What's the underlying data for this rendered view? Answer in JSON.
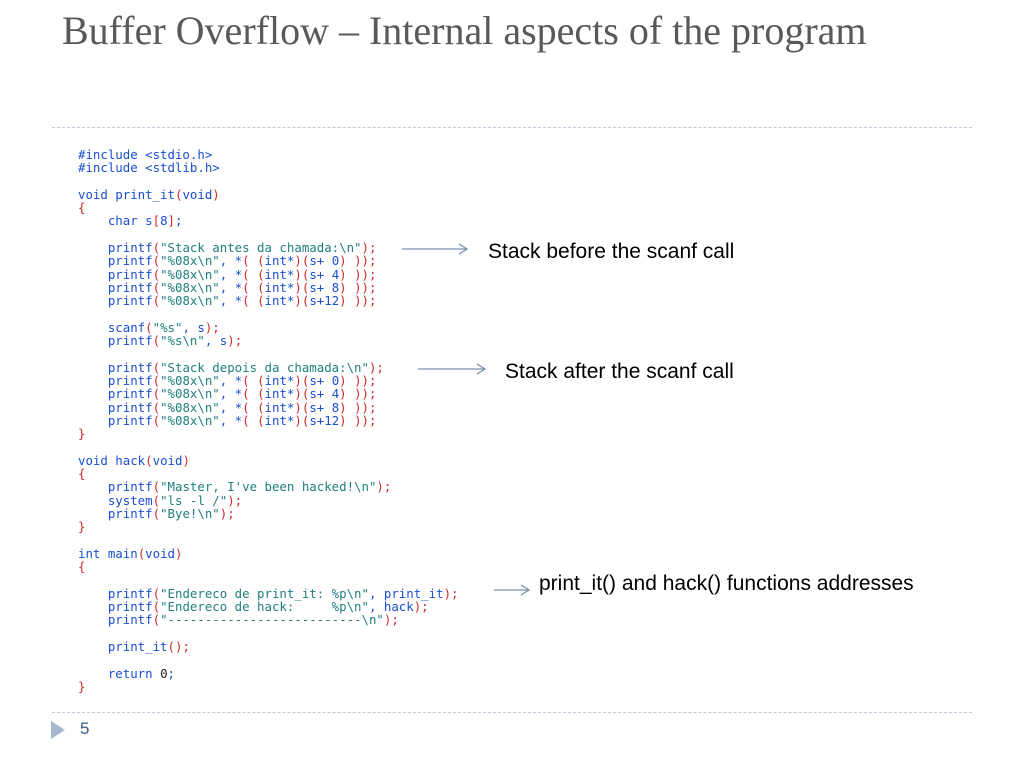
{
  "slide": {
    "title": "Buffer Overflow – Internal aspects of the program",
    "page_number": "5"
  },
  "code": [
    [
      {
        "t": "#include <stdio.h>",
        "c": "k"
      }
    ],
    [
      {
        "t": "#include <stdlib.h>",
        "c": "k"
      }
    ],
    [],
    [
      {
        "t": "void print_it",
        "c": "k"
      },
      {
        "t": "(",
        "c": "r"
      },
      {
        "t": "void",
        "c": "k"
      },
      {
        "t": ")",
        "c": "r"
      }
    ],
    [
      {
        "t": "{",
        "c": "r"
      }
    ],
    [
      {
        "t": "    char s",
        "c": "k"
      },
      {
        "t": "[",
        "c": "r"
      },
      {
        "t": "8",
        "c": "k"
      },
      {
        "t": "]",
        "c": "r"
      },
      {
        "t": ";",
        "c": "k"
      }
    ],
    [],
    [
      {
        "t": "    printf",
        "c": "k"
      },
      {
        "t": "(",
        "c": "r"
      },
      {
        "t": "\"Stack antes da chamada:\\n\"",
        "c": "s"
      },
      {
        "t": ");",
        "c": "r"
      }
    ],
    [
      {
        "t": "    printf",
        "c": "k"
      },
      {
        "t": "(",
        "c": "r"
      },
      {
        "t": "\"%08x\\n\"",
        "c": "s"
      },
      {
        "t": ", *",
        "c": "k"
      },
      {
        "t": "( (",
        "c": "r"
      },
      {
        "t": "int*",
        "c": "k"
      },
      {
        "t": ")(",
        "c": "r"
      },
      {
        "t": "s+ 0",
        "c": "k"
      },
      {
        "t": ") ));",
        "c": "r"
      }
    ],
    [
      {
        "t": "    printf",
        "c": "k"
      },
      {
        "t": "(",
        "c": "r"
      },
      {
        "t": "\"%08x\\n\"",
        "c": "s"
      },
      {
        "t": ", *",
        "c": "k"
      },
      {
        "t": "( (",
        "c": "r"
      },
      {
        "t": "int*",
        "c": "k"
      },
      {
        "t": ")(",
        "c": "r"
      },
      {
        "t": "s+ 4",
        "c": "k"
      },
      {
        "t": ") ));",
        "c": "r"
      }
    ],
    [
      {
        "t": "    printf",
        "c": "k"
      },
      {
        "t": "(",
        "c": "r"
      },
      {
        "t": "\"%08x\\n\"",
        "c": "s"
      },
      {
        "t": ", *",
        "c": "k"
      },
      {
        "t": "( (",
        "c": "r"
      },
      {
        "t": "int*",
        "c": "k"
      },
      {
        "t": ")(",
        "c": "r"
      },
      {
        "t": "s+ 8",
        "c": "k"
      },
      {
        "t": ") ));",
        "c": "r"
      }
    ],
    [
      {
        "t": "    printf",
        "c": "k"
      },
      {
        "t": "(",
        "c": "r"
      },
      {
        "t": "\"%08x\\n\"",
        "c": "s"
      },
      {
        "t": ", *",
        "c": "k"
      },
      {
        "t": "( (",
        "c": "r"
      },
      {
        "t": "int*",
        "c": "k"
      },
      {
        "t": ")(",
        "c": "r"
      },
      {
        "t": "s+12",
        "c": "k"
      },
      {
        "t": ") ));",
        "c": "r"
      }
    ],
    [],
    [
      {
        "t": "    scanf",
        "c": "k"
      },
      {
        "t": "(",
        "c": "r"
      },
      {
        "t": "\"%s\"",
        "c": "s"
      },
      {
        "t": ", s",
        "c": "k"
      },
      {
        "t": ");",
        "c": "r"
      }
    ],
    [
      {
        "t": "    printf",
        "c": "k"
      },
      {
        "t": "(",
        "c": "r"
      },
      {
        "t": "\"%s\\n\"",
        "c": "s"
      },
      {
        "t": ", s",
        "c": "k"
      },
      {
        "t": ");",
        "c": "r"
      }
    ],
    [],
    [
      {
        "t": "    printf",
        "c": "k"
      },
      {
        "t": "(",
        "c": "r"
      },
      {
        "t": "\"Stack depois da chamada:\\n\"",
        "c": "s"
      },
      {
        "t": ");",
        "c": "r"
      }
    ],
    [
      {
        "t": "    printf",
        "c": "k"
      },
      {
        "t": "(",
        "c": "r"
      },
      {
        "t": "\"%08x\\n\"",
        "c": "s"
      },
      {
        "t": ", *",
        "c": "k"
      },
      {
        "t": "( (",
        "c": "r"
      },
      {
        "t": "int*",
        "c": "k"
      },
      {
        "t": ")(",
        "c": "r"
      },
      {
        "t": "s+ 0",
        "c": "k"
      },
      {
        "t": ") ));",
        "c": "r"
      }
    ],
    [
      {
        "t": "    printf",
        "c": "k"
      },
      {
        "t": "(",
        "c": "r"
      },
      {
        "t": "\"%08x\\n\"",
        "c": "s"
      },
      {
        "t": ", *",
        "c": "k"
      },
      {
        "t": "( (",
        "c": "r"
      },
      {
        "t": "int*",
        "c": "k"
      },
      {
        "t": ")(",
        "c": "r"
      },
      {
        "t": "s+ 4",
        "c": "k"
      },
      {
        "t": ") ));",
        "c": "r"
      }
    ],
    [
      {
        "t": "    printf",
        "c": "k"
      },
      {
        "t": "(",
        "c": "r"
      },
      {
        "t": "\"%08x\\n\"",
        "c": "s"
      },
      {
        "t": ", *",
        "c": "k"
      },
      {
        "t": "( (",
        "c": "r"
      },
      {
        "t": "int*",
        "c": "k"
      },
      {
        "t": ")(",
        "c": "r"
      },
      {
        "t": "s+ 8",
        "c": "k"
      },
      {
        "t": ") ));",
        "c": "r"
      }
    ],
    [
      {
        "t": "    printf",
        "c": "k"
      },
      {
        "t": "(",
        "c": "r"
      },
      {
        "t": "\"%08x\\n\"",
        "c": "s"
      },
      {
        "t": ", *",
        "c": "k"
      },
      {
        "t": "( (",
        "c": "r"
      },
      {
        "t": "int*",
        "c": "k"
      },
      {
        "t": ")(",
        "c": "r"
      },
      {
        "t": "s+12",
        "c": "k"
      },
      {
        "t": ") ));",
        "c": "r"
      }
    ],
    [
      {
        "t": "}",
        "c": "r"
      }
    ],
    [],
    [
      {
        "t": "void hack",
        "c": "k"
      },
      {
        "t": "(",
        "c": "r"
      },
      {
        "t": "void",
        "c": "k"
      },
      {
        "t": ")",
        "c": "r"
      }
    ],
    [
      {
        "t": "{",
        "c": "r"
      }
    ],
    [
      {
        "t": "    printf",
        "c": "k"
      },
      {
        "t": "(",
        "c": "r"
      },
      {
        "t": "\"Master, I've been hacked!\\n\"",
        "c": "s"
      },
      {
        "t": ");",
        "c": "r"
      }
    ],
    [
      {
        "t": "    system",
        "c": "k"
      },
      {
        "t": "(",
        "c": "r"
      },
      {
        "t": "\"ls -l /\"",
        "c": "s"
      },
      {
        "t": ");",
        "c": "r"
      }
    ],
    [
      {
        "t": "    printf",
        "c": "k"
      },
      {
        "t": "(",
        "c": "r"
      },
      {
        "t": "\"Bye!\\n\"",
        "c": "s"
      },
      {
        "t": ");",
        "c": "r"
      }
    ],
    [
      {
        "t": "}",
        "c": "r"
      }
    ],
    [],
    [
      {
        "t": "int main",
        "c": "k"
      },
      {
        "t": "(",
        "c": "r"
      },
      {
        "t": "void",
        "c": "k"
      },
      {
        "t": ")",
        "c": "r"
      }
    ],
    [
      {
        "t": "{",
        "c": "r"
      }
    ],
    [],
    [
      {
        "t": "    printf",
        "c": "k"
      },
      {
        "t": "(",
        "c": "r"
      },
      {
        "t": "\"Endereco de print_it: %p\\n\"",
        "c": "s"
      },
      {
        "t": ", print_it",
        "c": "k"
      },
      {
        "t": ");",
        "c": "r"
      }
    ],
    [
      {
        "t": "    printf",
        "c": "k"
      },
      {
        "t": "(",
        "c": "r"
      },
      {
        "t": "\"Endereco de hack:     %p\\n\"",
        "c": "s"
      },
      {
        "t": ", hack",
        "c": "k"
      },
      {
        "t": ");",
        "c": "r"
      }
    ],
    [
      {
        "t": "    printf",
        "c": "k"
      },
      {
        "t": "(",
        "c": "r"
      },
      {
        "t": "\"--------------------------\\n\"",
        "c": "s"
      },
      {
        "t": ");",
        "c": "r"
      }
    ],
    [],
    [
      {
        "t": "    print_it",
        "c": "k"
      },
      {
        "t": "();",
        "c": "r"
      }
    ],
    [],
    [
      {
        "t": "    return ",
        "c": "k"
      },
      {
        "t": "0",
        "c": "n"
      },
      {
        "t": ";",
        "c": "k"
      }
    ],
    [
      {
        "t": "}",
        "c": "r"
      }
    ]
  ],
  "annotations": {
    "stack_before": "Stack before the scanf call",
    "stack_after": "Stack after the scanf call",
    "addresses": "print_it() and hack() functions addresses"
  },
  "colors": {
    "title": "#595959",
    "keyword": "#1a4fd1",
    "string": "#1f7f7f",
    "punctuation": "#d12b2b",
    "arrow": "#7a8fb0",
    "rule": "#bfc8d6",
    "footer_marker": "#a6b6cc",
    "page_number": "#3b5a8a"
  }
}
